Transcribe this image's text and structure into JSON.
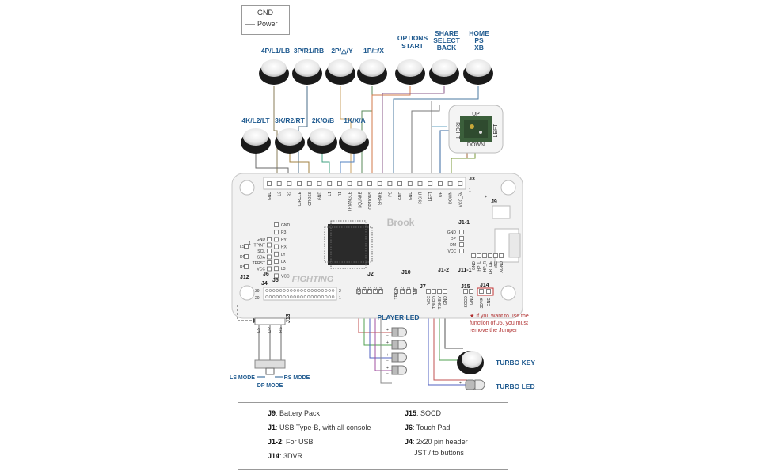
{
  "legend": {
    "gnd": "GND",
    "power": "Power"
  },
  "buttons_top": [
    "4P/L1/LB",
    "3P/R1/RB",
    "2P/△/Y",
    "1P/□/X"
  ],
  "buttons_top_right": [
    {
      "line1": "OPTIONS",
      "line2": "START",
      "line3": ""
    },
    {
      "line1": "SHARE",
      "line2": "SELECT",
      "line3": "BACK"
    },
    {
      "line1": "HOME",
      "line2": "PS",
      "line3": "XB"
    }
  ],
  "buttons_mid": [
    "4K/L2/LT",
    "3K/R2/RT",
    "2K/O/B",
    "1K/X/A"
  ],
  "dpad": {
    "up": "UP",
    "down": "DOWN",
    "left": "LEFT",
    "right": "RIGHT"
  },
  "board": {
    "brand": "Brook",
    "product": "FIGHTING",
    "top_pins": [
      "GND",
      "L2",
      "R2",
      "CIRCLE",
      "CROSS",
      "GND",
      "L1",
      "R1",
      "TRIANGLE",
      "SQUARE",
      "OPTIONS",
      "SHARE",
      "PS",
      "GND",
      "GND",
      "RIGHT",
      "LEFT",
      "UP",
      "DOWN",
      "VCC_5V"
    ],
    "j5_pins": [
      "GND",
      "R3",
      "RY",
      "RX",
      "LY",
      "LX",
      "L3",
      "VCC"
    ],
    "j12_pins": [
      "GND",
      "TPINT",
      "SCL",
      "SDA",
      "TPRST",
      "VCC"
    ],
    "j12_side": [
      "LS",
      "DP",
      "RS"
    ],
    "j11_pins": [
      "GND",
      "HP_L",
      "HP_R",
      "LR_DE",
      "MIC",
      "AGND"
    ],
    "j1_pins": [
      "GND",
      "DP",
      "DM",
      "VCC"
    ],
    "j2_pins": [
      "VCC",
      "P1",
      "P2",
      "P3",
      "P4"
    ],
    "j10_pins": [
      "TPKEY",
      "L3",
      "R3",
      "GND"
    ],
    "j7_pins": [
      "VCC",
      "TBLED",
      "TBKEY",
      "GND"
    ],
    "j15_pins": [
      "SOCD",
      "GND"
    ],
    "j14_pins": [
      "3DVR",
      "GND"
    ],
    "j4_rows": [
      "39",
      "20"
    ],
    "j4_ends": [
      "2",
      "1"
    ],
    "j3_pin": "1",
    "j12_pin": "1"
  },
  "connectors": {
    "j1": "J1",
    "j1_1": "J1-1",
    "j1_2": "J1-2",
    "j2": "J2",
    "j3": "J3",
    "j4": "J4",
    "j5": "J5",
    "j6": "J6",
    "j7": "J7",
    "j9": "J9",
    "j10": "J10",
    "j11_1": "J11-1",
    "j12": "J12",
    "j13": "J13",
    "j14": "J14",
    "j15": "J15"
  },
  "j13_pins": [
    "LS",
    "DP",
    "RS"
  ],
  "mode_labels": {
    "ls": "LS MODE",
    "rs": "RS MODE",
    "dp": "DP MODE"
  },
  "player_led": "PLAYER LED",
  "turbo_key": "TURBO KEY",
  "turbo_led": "TURBO LED",
  "note": "★ If you want to use the function of J5, you must remove the Jumper",
  "info": [
    {
      "code": "J9",
      "text": ": Battery Pack"
    },
    {
      "code": "J1",
      "text": ": USB Type-B, with all console"
    },
    {
      "code": "J1-2",
      "text": ": For USB"
    },
    {
      "code": "J14",
      "text": ": 3DVR"
    },
    {
      "code": "J15",
      "text": ": SOCD"
    },
    {
      "code": "J6",
      "text": ": Touch Pad"
    },
    {
      "code": "J4",
      "text": ": 2x20 pin header"
    },
    {
      "code": "",
      "text": "JST / to buttons"
    }
  ],
  "colors": {
    "board": "#f2f2f2",
    "label": "#1f5a8f",
    "note": "#b03030"
  }
}
